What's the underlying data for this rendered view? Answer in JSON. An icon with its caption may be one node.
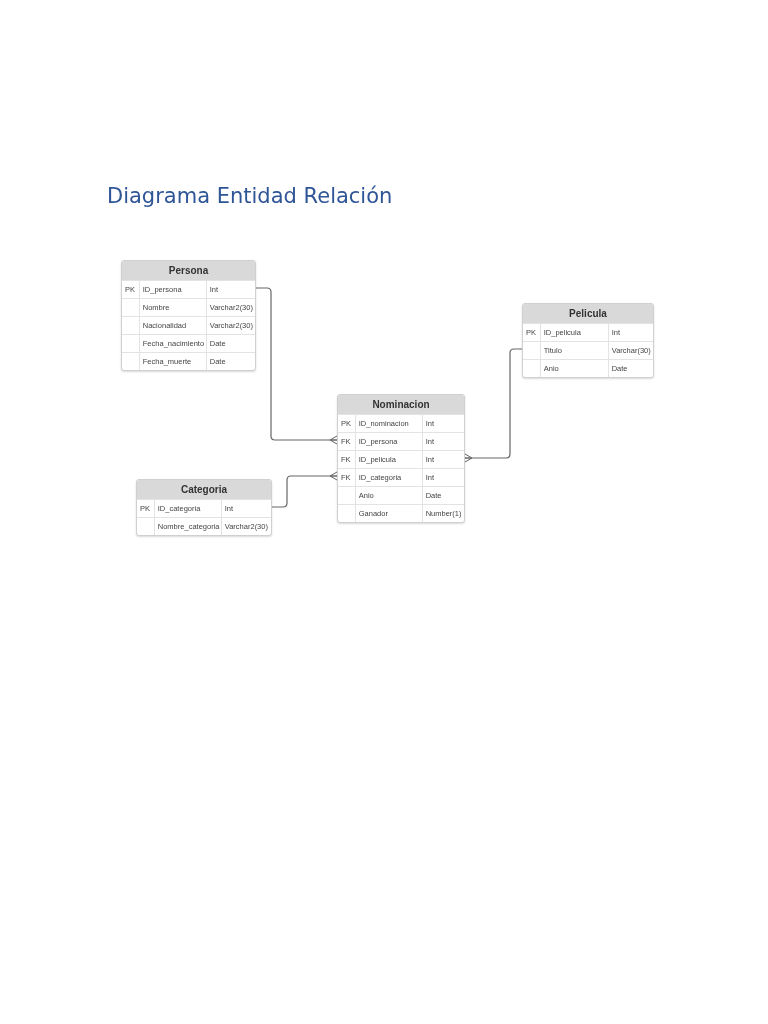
{
  "diagram": {
    "title": "Diagrama Entidad Relación",
    "nodes": [
      {
        "text": [
          "Persona"
        ]
      },
      {
        "text": [
          "PK",
          "ID_persona",
          "Int"
        ],
        "in": 0
      },
      {
        "text": [
          "Nombre",
          "Varchar2(30)"
        ],
        "in": 0
      },
      {
        "text": [
          "Nacionalidad",
          "Varchar2(30)"
        ],
        "in": 0
      },
      {
        "text": [
          "Fecha_nacimiento",
          "Date"
        ],
        "in": 0
      },
      {
        "text": [
          "Fecha_muerte",
          "Date"
        ],
        "in": 0
      },
      {
        "text": [
          "Pelicula"
        ]
      },
      {
        "text": [
          "PK",
          "ID_pelicula",
          "Int"
        ],
        "in": 6
      },
      {
        "text": [
          "Titulo",
          "Varchar(30)"
        ],
        "in": 6
      },
      {
        "text": [
          "Anio",
          "Date"
        ],
        "in": 6
      },
      {
        "text": [
          "Nominacion"
        ]
      },
      {
        "text": [
          "PK",
          "ID_nominacion",
          "Int"
        ],
        "in": 10
      },
      {
        "text": [
          "FK",
          "ID_persona",
          "Int"
        ],
        "in": 10
      },
      {
        "text": [
          "FK",
          "ID_pelicula",
          "Int"
        ],
        "in": 10
      },
      {
        "text": [
          "FK",
          "ID_categoria",
          "Int"
        ],
        "in": 10
      },
      {
        "text": [
          "Anio",
          "Date"
        ],
        "in": 10
      },
      {
        "text": [
          "Ganador",
          "Number(1)"
        ],
        "in": 10
      },
      {
        "text": [
          "Categoria"
        ]
      },
      {
        "text": [
          "PK",
          "ID_categoria",
          "Int"
        ],
        "in": 17
      },
      {
        "text": [
          "Nombre_categoria",
          "Varchar2(30)"
        ],
        "in": 17
      }
    ],
    "edges": [
      {
        "from": 1,
        "to": 12,
        "arrow": "other"
      },
      {
        "from": 8,
        "to": 13,
        "arrow": "other"
      },
      {
        "from": 18,
        "to": 14,
        "arrow": "other"
      }
    ]
  }
}
